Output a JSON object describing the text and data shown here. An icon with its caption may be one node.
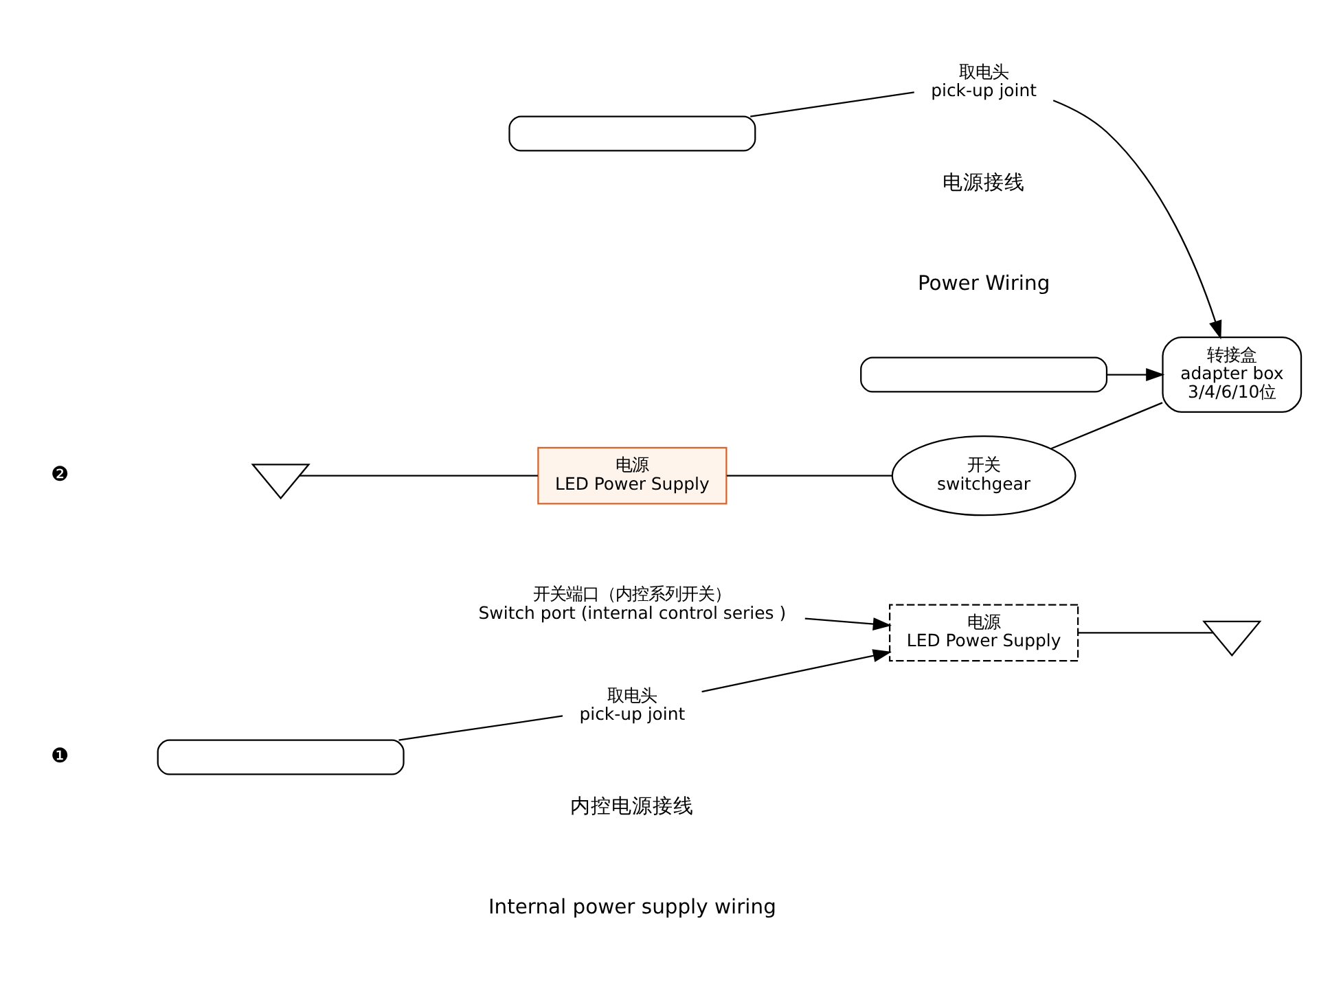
{
  "diagram": {
    "nodes": [
      {
        "text": [],
        "shape": "bar"
      },
      {
        "text": [
          "取电头",
          "pick-up joint"
        ]
      },
      {
        "text": [
          "电源",
          "LED Power Supply"
        ]
      },
      {
        "text": [],
        "shape": "plug"
      },
      {
        "text": [
          "开关端口（内控系列开关）",
          "Switch port (internal control series )"
        ]
      },
      {
        "text": [],
        "shape": "plug"
      },
      {
        "text": [
          "电源",
          "LED Power Supply"
        ]
      },
      {
        "text": [
          "开关",
          "switchgear"
        ]
      },
      {
        "text": [
          "转接盒",
          "adapter box",
          "3/4/6/10位"
        ]
      },
      {
        "text": [
          "取电头",
          "pick-up joint"
        ]
      },
      {
        "text": [],
        "shape": "bar"
      },
      {
        "text": [],
        "shape": "bar"
      }
    ],
    "edges": [
      {
        "from": 0,
        "to": 1,
        "arrow": "none"
      },
      {
        "from": 1,
        "to": 2,
        "arrow": "to"
      },
      {
        "from": 2,
        "to": 3,
        "arrow": "none"
      },
      {
        "from": 4,
        "to": 2,
        "arrow": "to"
      },
      {
        "from": 5,
        "to": 6,
        "arrow": "none"
      },
      {
        "from": 6,
        "to": 7,
        "arrow": "none"
      },
      {
        "from": 7,
        "to": 8,
        "arrow": "none"
      },
      {
        "from": 10,
        "to": 9,
        "arrow": "none"
      },
      {
        "from": 9,
        "to": 8,
        "arrow": "to"
      },
      {
        "from": 11,
        "to": 8,
        "arrow": "to"
      }
    ],
    "labels": [
      "❶",
      "❷",
      "内控电源接线",
      "Internal power supply wiring",
      "电源接线",
      "Power Wiring"
    ]
  }
}
